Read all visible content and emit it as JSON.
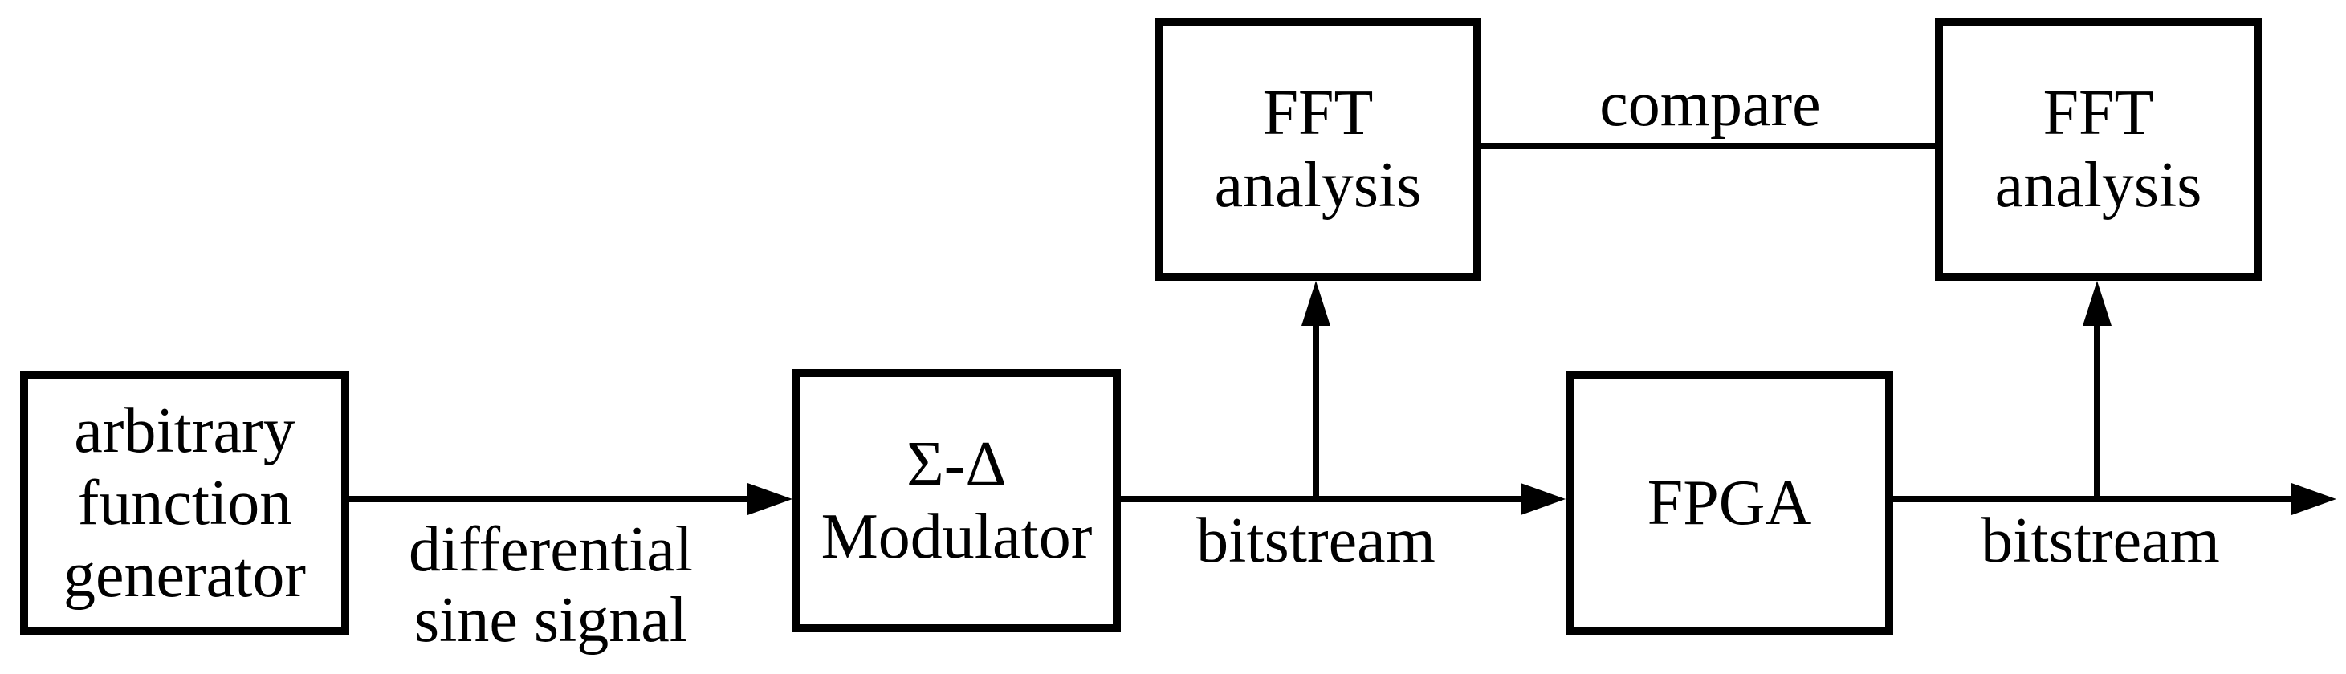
{
  "diagram": {
    "title": "sigma-delta modulator test setup block diagram",
    "colors": {
      "line": "#000000",
      "text": "#000000",
      "background": "#ffffff"
    },
    "boxes": [
      {
        "id": "arbitrary-function-generator",
        "lines": [
          "arbitrary",
          "function",
          "generator"
        ]
      },
      {
        "id": "sigma-delta-modulator",
        "lines": [
          "Σ-Δ",
          "Modulator"
        ]
      },
      {
        "id": "fft-analysis-1",
        "lines": [
          "FFT",
          "analysis"
        ]
      },
      {
        "id": "fpga",
        "lines": [
          "FPGA"
        ]
      },
      {
        "id": "fft-analysis-2",
        "lines": [
          "FFT",
          "analysis"
        ]
      }
    ],
    "edge_labels": {
      "differential_sine": [
        "differential",
        "sine signal"
      ],
      "bitstream_1": "bitstream",
      "bitstream_2": "bitstream",
      "compare": "compare"
    }
  }
}
